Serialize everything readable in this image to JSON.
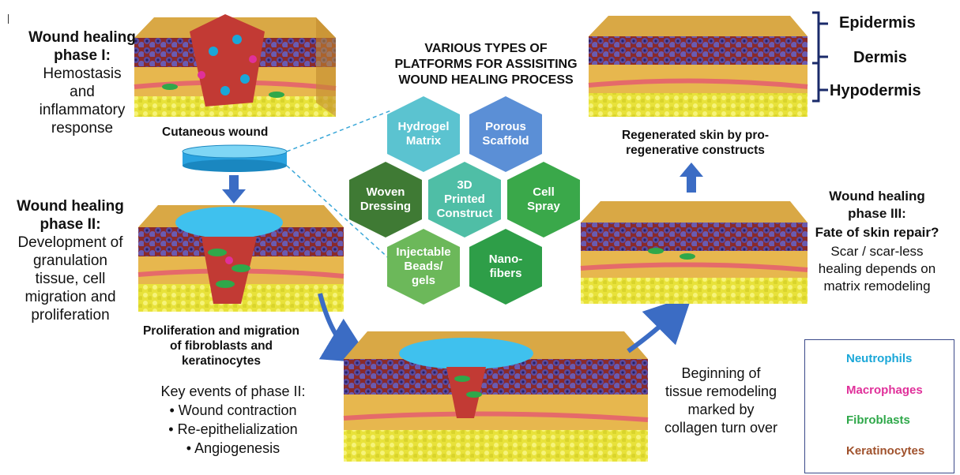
{
  "title": "VARIOUS TYPES OF PLATFORMS FOR ASSISITING WOUND HEALING PROCESS",
  "title_lines": [
    "VARIOUS TYPES OF",
    "PLATFORMS FOR ASSISITING",
    "WOUND HEALING PROCESS"
  ],
  "phase1": {
    "heading_1": "Wound healing",
    "heading_2": "phase I:",
    "desc": [
      "Hemostasis",
      "and",
      "inflammatory",
      "response"
    ],
    "caption": "Cutaneous wound"
  },
  "phase2": {
    "heading_1": "Wound healing",
    "heading_2": "phase II:",
    "desc": [
      "Development of",
      "granulation",
      "tissue, cell",
      "migration and",
      "proliferation"
    ],
    "caption": [
      "Proliferation and migration",
      "of fibroblasts and",
      "keratinocytes"
    ],
    "events_title": "Key events of phase II:",
    "events": [
      "• Wound contraction",
      "• Re-epithelialization",
      "• Angiogenesis"
    ]
  },
  "remodel": [
    "Beginning of",
    "tissue remodeling",
    "marked by",
    "collagen turn over"
  ],
  "phase3": {
    "heading_1": "Wound healing",
    "heading_2": "phase III:",
    "fate": "Fate of skin repair?",
    "desc": [
      "Scar / scar-less",
      "healing depends on",
      "matrix remodeling"
    ]
  },
  "regenerated": [
    "Regenerated skin by pro-",
    "regenerative constructs"
  ],
  "layers": [
    "Epidermis",
    "Dermis",
    "Hypodermis"
  ],
  "platforms": [
    {
      "lines": [
        "Hydrogel",
        "Matrix"
      ],
      "color": "#5bc3d0"
    },
    {
      "lines": [
        "Porous",
        "Scaffold"
      ],
      "color": "#5b8fd6"
    },
    {
      "lines": [
        "Woven",
        "Dressing"
      ],
      "color": "#3f7a34"
    },
    {
      "lines": [
        "3D",
        "Printed",
        "Construct"
      ],
      "color": "#4fbea6"
    },
    {
      "lines": [
        "Cell",
        "Spray"
      ],
      "color": "#3aa84a"
    },
    {
      "lines": [
        "Injectable",
        "Beads/",
        "gels"
      ],
      "color": "#6cb85a"
    },
    {
      "lines": [
        "Nano-",
        "fibers"
      ],
      "color": "#2e9e48"
    }
  ],
  "legend": [
    {
      "label": "Neutrophils",
      "color": "#1aa7d8"
    },
    {
      "label": "Macrophages",
      "color": "#e0309a"
    },
    {
      "label": "Fibroblasts",
      "color": "#2fa84a"
    },
    {
      "label": "Keratinocytes",
      "color": "#a0522d"
    }
  ]
}
